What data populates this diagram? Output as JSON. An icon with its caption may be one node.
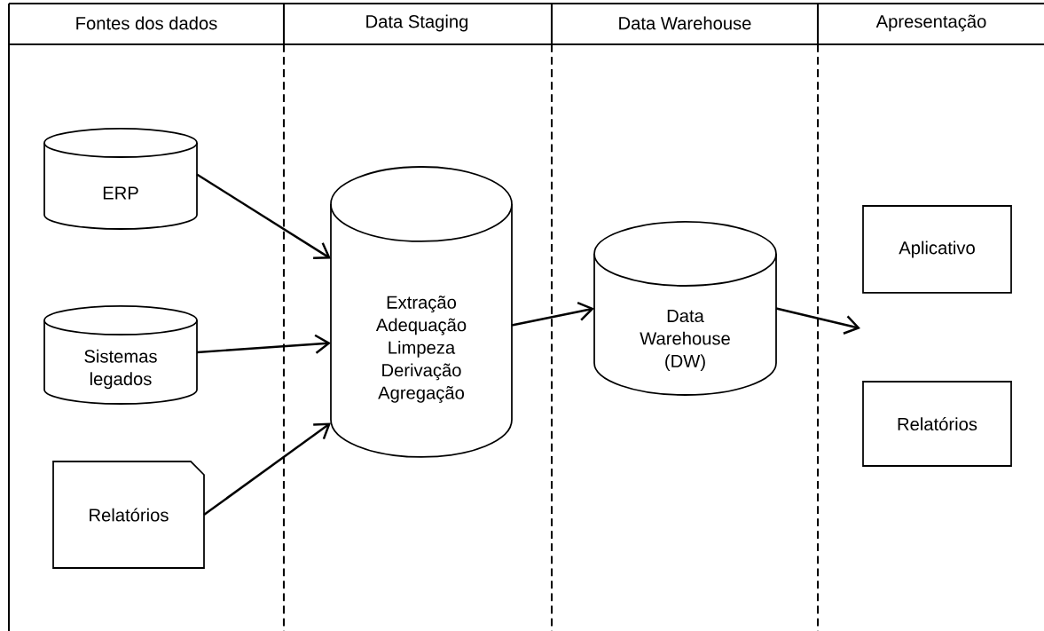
{
  "diagram": {
    "nodes": [
      {
        "text": [
          "ERP"
        ]
      },
      {
        "text": [
          "Sistemas legados"
        ]
      },
      {
        "text": [
          "Relatórios"
        ]
      },
      {
        "text": [
          "Extração",
          "Adequação",
          "Limpeza",
          "Derivação",
          "Agregação"
        ]
      },
      {
        "text": [
          "Data Warehouse (DW)"
        ]
      },
      {
        "text": [
          "Aplicativo"
        ]
      },
      {
        "text": [
          "Relatórios"
        ]
      }
    ],
    "edges": [
      {
        "from": 0,
        "to": 3,
        "arrow": "to"
      },
      {
        "from": 1,
        "to": 3,
        "arrow": "to"
      },
      {
        "from": 2,
        "to": 3,
        "arrow": "to"
      },
      {
        "from": 3,
        "to": 4,
        "arrow": "to"
      },
      {
        "from": 4,
        "to": null,
        "arrow": "to"
      }
    ],
    "labels": [
      "Fontes dos dados",
      "Data Staging",
      "Data Warehouse",
      "Apresentação"
    ]
  }
}
